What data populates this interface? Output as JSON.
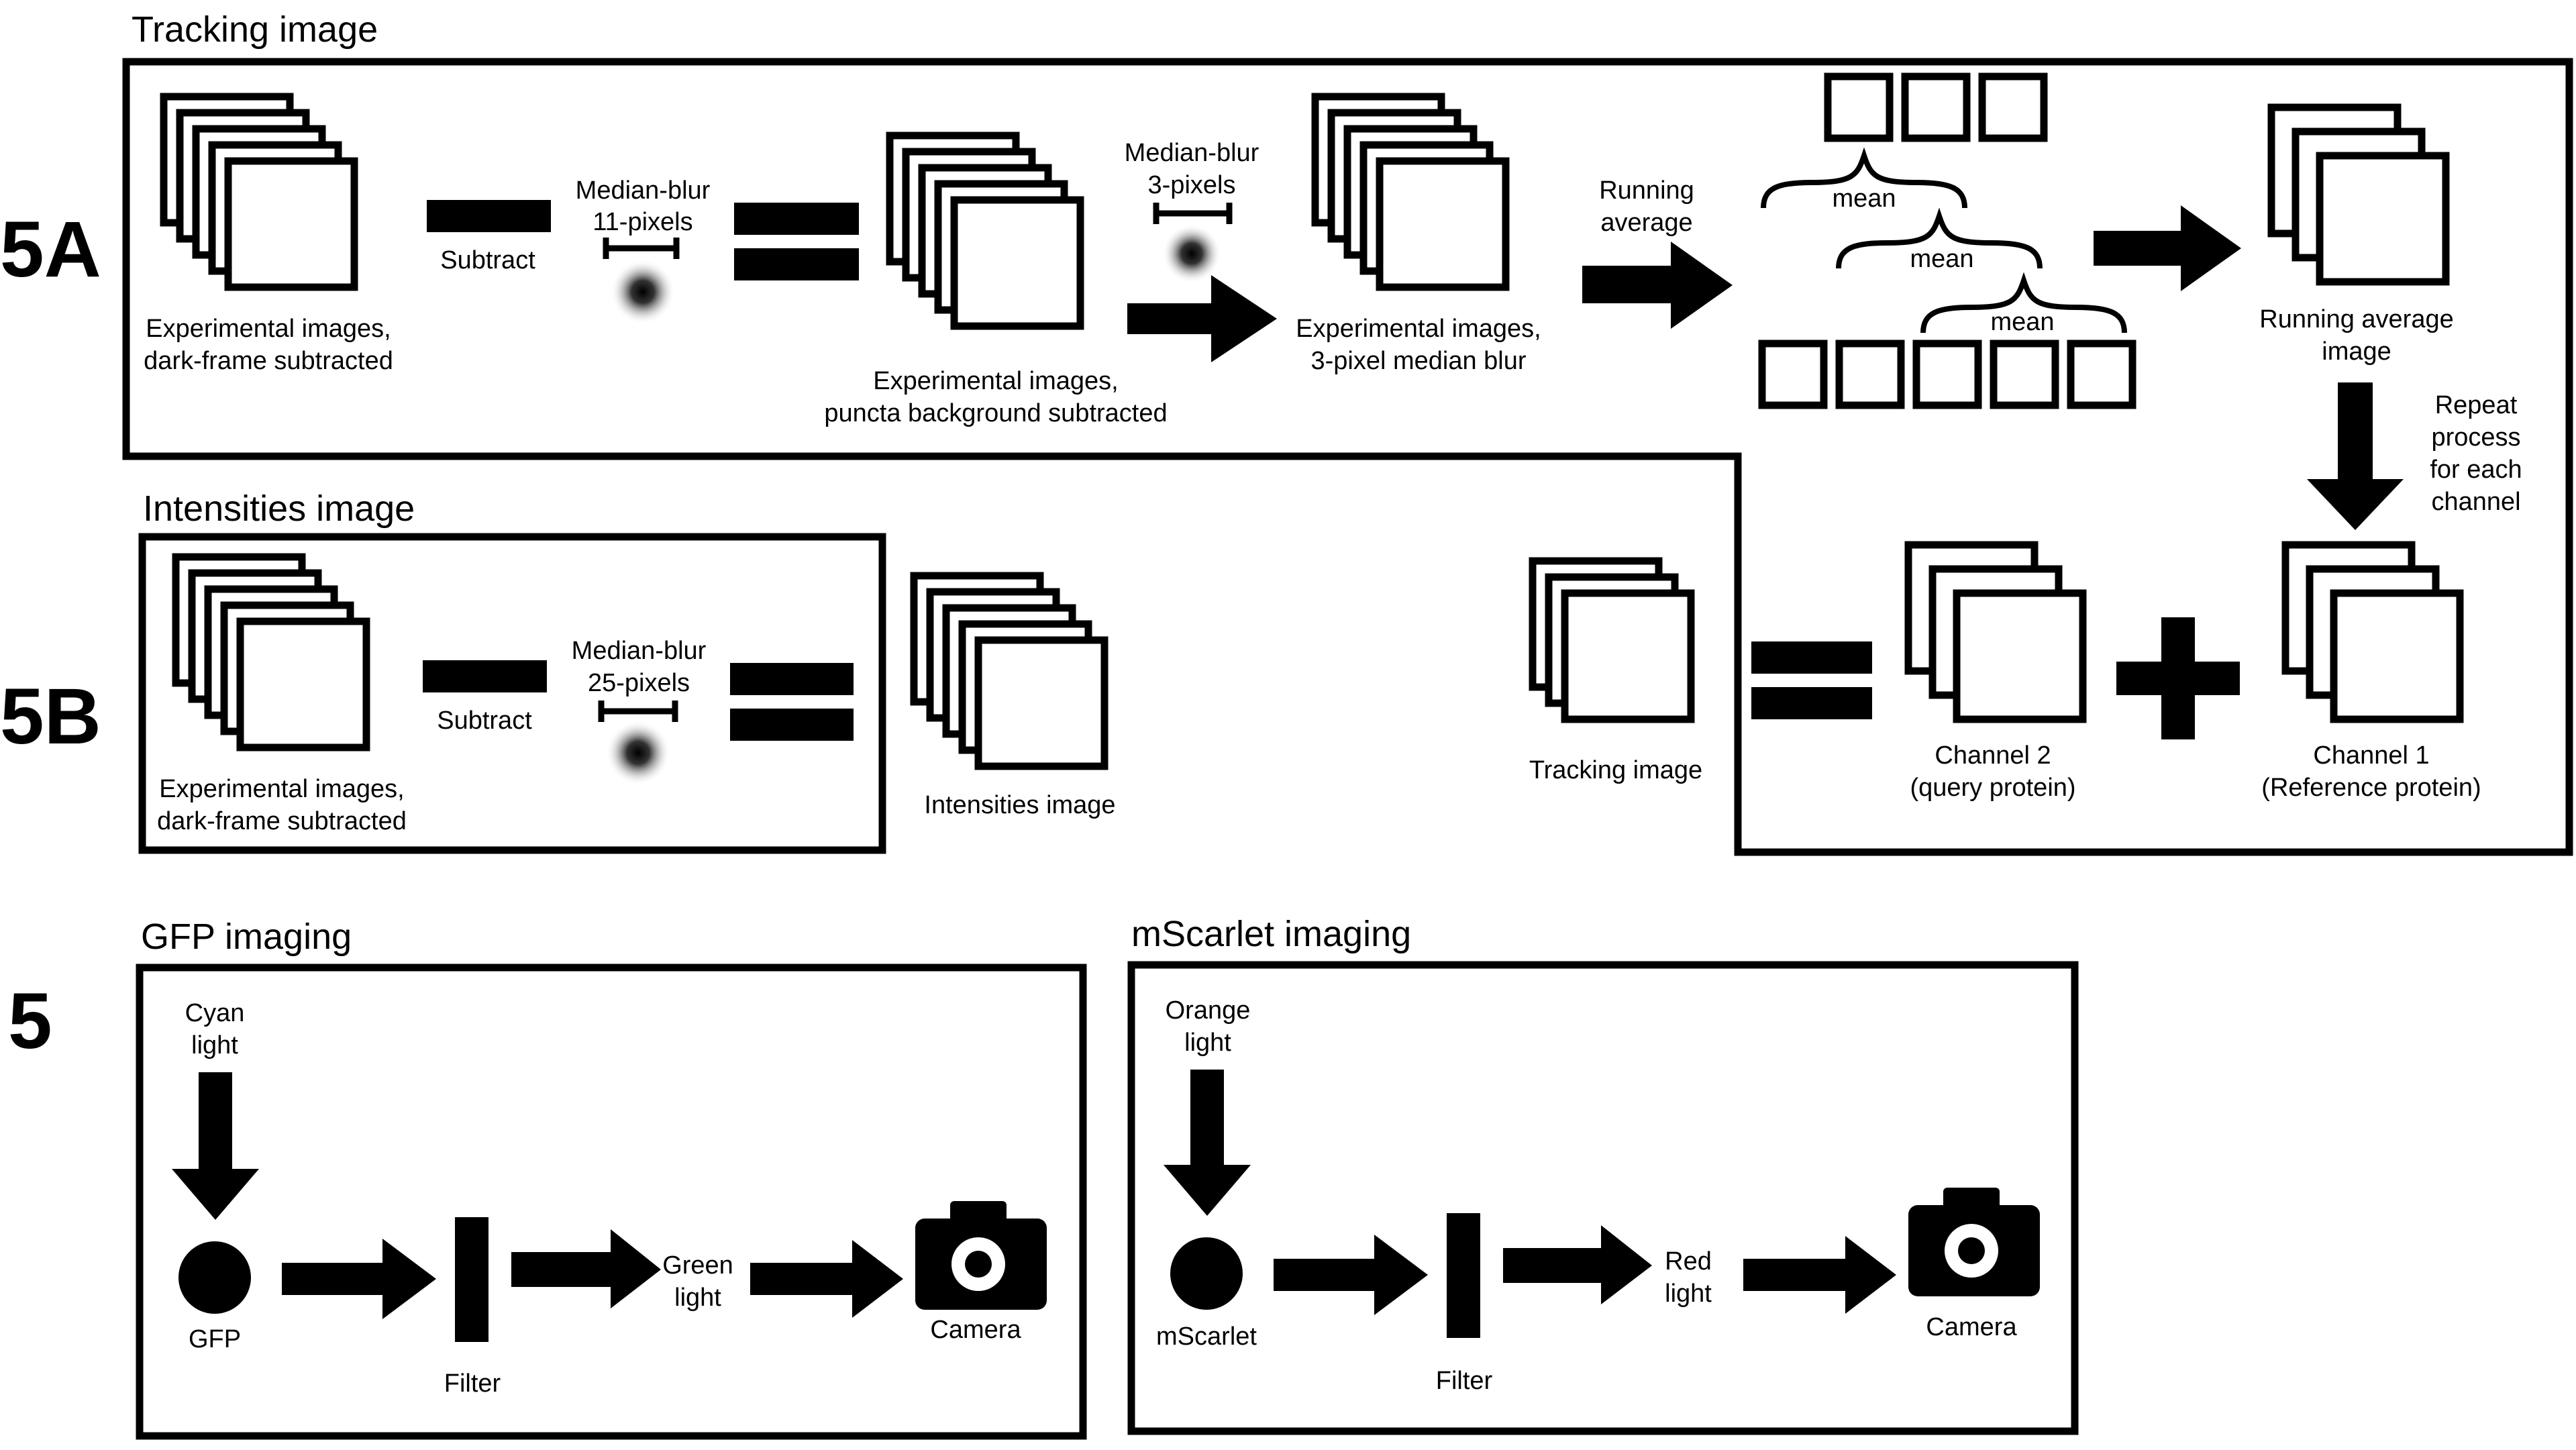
{
  "colors": {
    "ink": "#000000",
    "background": "#ffffff"
  },
  "icons": {
    "stack": "image-stack-icon",
    "blur": "gaussian-blur-spot-icon",
    "arrow": "right-arrow-icon",
    "camera": "camera-icon",
    "fluorophore": "filled-circle-icon",
    "filter": "filter-bar-icon"
  },
  "panel_a": {
    "tag": "5A",
    "title": "Tracking image",
    "darkframe_caption": [
      "Experimental images,",
      "dark-frame subtracted"
    ],
    "subtract": "Subtract",
    "blur_large": [
      "Median-blur",
      "11-pixels"
    ],
    "bg_caption": [
      "Experimental images,",
      "puncta background subtracted"
    ],
    "blur_small": [
      "Median-blur",
      "3-pixels"
    ],
    "blurred_caption": [
      "Experimental images,",
      "3-pixel median blur"
    ],
    "running_average": [
      "Running",
      "average"
    ],
    "mean": "mean",
    "result_caption": [
      "Running average",
      "image"
    ],
    "repeat_note": [
      "Repeat",
      "process",
      "for each",
      "channel"
    ],
    "tracking_caption": "Tracking image",
    "channel2": [
      "Channel 2",
      "(query protein)"
    ],
    "channel1": [
      "Channel 1",
      "(Reference protein)"
    ]
  },
  "panel_b": {
    "tag": "5B",
    "title": "Intensities image",
    "darkframe_caption": [
      "Experimental images,",
      "dark-frame subtracted"
    ],
    "subtract": "Subtract",
    "blur": [
      "Median-blur",
      "25-pixels"
    ],
    "result_caption": "Intensities image"
  },
  "panel_c": {
    "tag": "5",
    "gfp": {
      "title": "GFP imaging",
      "light": [
        "Cyan",
        "light"
      ],
      "fluor": "GFP",
      "filter": "Filter",
      "emission": [
        "Green",
        "light"
      ],
      "camera": "Camera"
    },
    "mscarlet": {
      "title": "mScarlet imaging",
      "light": [
        "Orange",
        "light"
      ],
      "fluor": "mScarlet",
      "filter": "Filter",
      "emission": [
        "Red",
        "light"
      ],
      "camera": "Camera"
    }
  }
}
